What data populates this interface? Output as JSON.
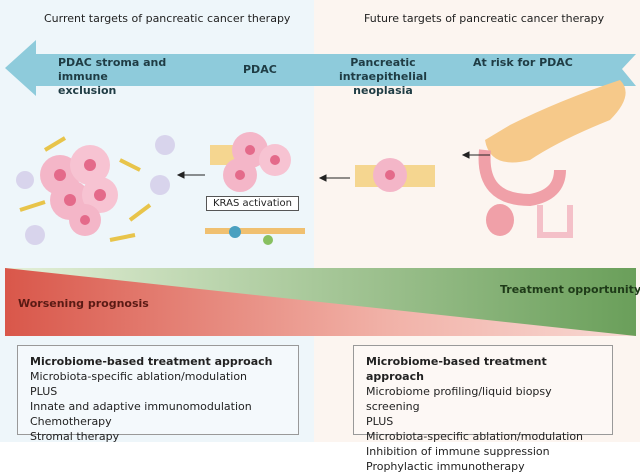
{
  "headers": {
    "left": "Current targets of pancreatic cancer therapy",
    "right": "Future targets of pancreatic cancer therapy"
  },
  "stages": [
    "PDAC stroma and immune exclusion",
    "PDAC",
    "Pancreatic intraepithelial neoplasia",
    "At risk for PDAC"
  ],
  "kras_label": "KRAS activation",
  "gradient": {
    "left_label": "Worsening prognosis",
    "right_label": "Treatment opportunity",
    "left_color": "#d9574a",
    "right_color": "#6a9f5a"
  },
  "boxes": [
    {
      "title": "Microbiome-based treatment approach",
      "items": [
        "Microbiota-specific ablation/modulation",
        "PLUS",
        "Innate and adaptive immunomodulation",
        "Chemotherapy",
        "Stromal therapy"
      ]
    },
    {
      "title": "Microbiome-based treatment approach",
      "items": [
        "Microbiome profiling/liquid biopsy screening",
        "PLUS",
        "Microbiota-specific ablation/modulation",
        "Inhibition of immune suppression",
        "Prophylactic immunotherapy"
      ]
    }
  ],
  "colors": {
    "arrow": "#8ecbdb",
    "cell": "#f4b6c8",
    "nucleus": "#e46a8a"
  }
}
